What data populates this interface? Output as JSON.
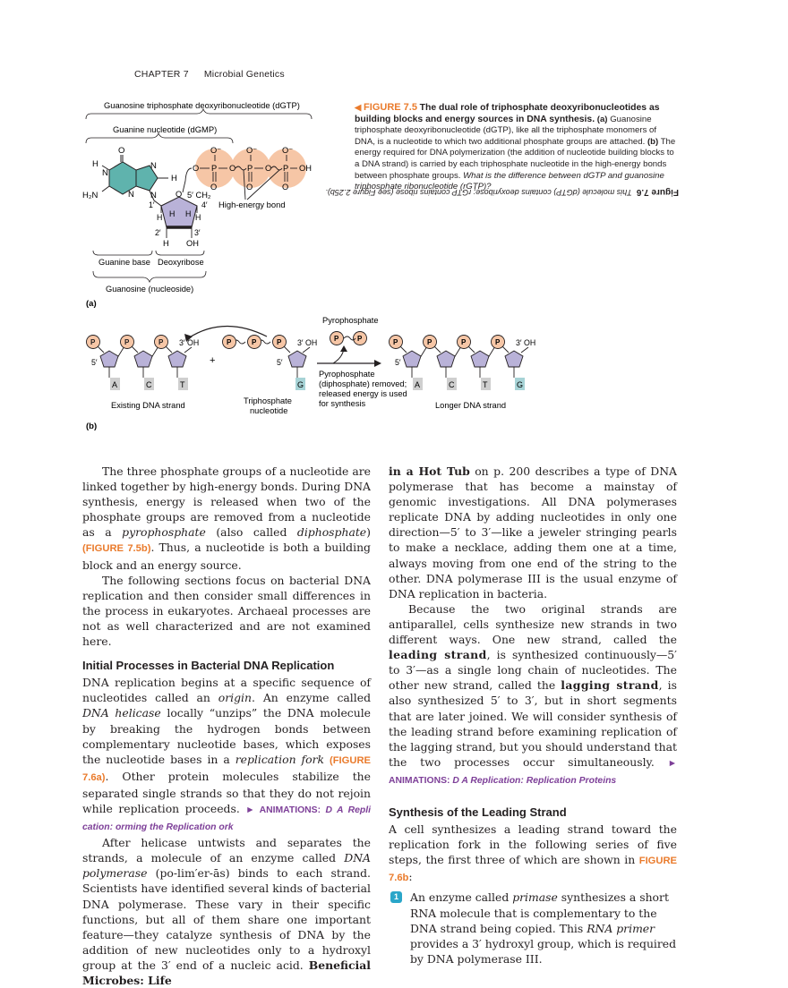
{
  "header": {
    "chapter": "CHAPTER 7",
    "title": "Microbial Genetics"
  },
  "figure_a": {
    "label_dgtp": "Guanosine triphosphate deoxyribonucleotide (dGTP)",
    "label_dgmp": "Guanine nucleotide (dGMP)",
    "label_base": "Guanine base",
    "label_sugar": "Deoxyribose",
    "label_nucleoside": "Guanosine (nucleoside)",
    "label_high_energy": "High-energy bond",
    "panel": "(a)",
    "atoms": {
      "O": "O",
      "H": "H",
      "N": "N",
      "H2N": "H₂N",
      "Ominus": "O⁻",
      "P": "P",
      "OH": "OH",
      "five_ch2": "5′ CH₂",
      "c1": "1′",
      "c2": "2′",
      "c3": "3′",
      "c4": "4′"
    }
  },
  "figure_b": {
    "panel": "(b)",
    "pyrophosphate_top": "Pyrophosphate",
    "label_existing": "Existing DNA strand",
    "label_triphosphate": "Triphosphate\nnucleotide",
    "label_removed": "Pyrophosphate\n(diphosphate) removed;\nreleased energy is used\nfor synthesis",
    "label_longer": "Longer DNA strand",
    "p": "P",
    "oh": "3′ OH",
    "five": "5′",
    "plus": "+",
    "bases_existing": [
      "A",
      "C",
      "T"
    ],
    "base_new": "G",
    "bases_longer": [
      "A",
      "C",
      "T",
      "G"
    ]
  },
  "caption": {
    "fig_num": "FIGURE 7.5",
    "title": "The dual role of triphosphate deoxyribonucleotides as building blocks and energy sources in DNA synthesis.",
    "a_tag": "(a)",
    "a_text": "Guanosine triphosphate deoxyribonucleotide (dGTP), like all the triphosphate monomers of DNA, is a nucleotide to which two additional phosphate groups are attached.",
    "b_tag": "(b)",
    "b_text": "The energy required for DNA polymerization (the addition of nucleotide building blocks to a DNA strand) is carried by each triphosphate nucleotide in the high-energy bonds between phosphate groups.",
    "question": "What is the difference between dGTP and guanosine triphosphate ribonucleotide (rGTP)?",
    "answer_label": "Figure 7.6",
    "answer_text": "This molecule (dGTP) contains deoxyribose; rGTP contains ribose (see Figure 2.25b)."
  },
  "left_column": {
    "p1_a": "The three phosphate groups of a nucleotide are linked together by high-energy bonds. During DNA synthesis, energy is released when two of the phosphate groups are removed from a nucleotide as a ",
    "p1_pyro": "pyrophosphate",
    "p1_b": " (also called ",
    "p1_di": "diphosphate",
    "p1_c": ") ",
    "p1_fig": "(FIGURE 7.5b)",
    "p1_d": ". Thus, a nucleotide is both a building block and an energy source.",
    "p2": "The following sections focus on bacterial DNA replication and then consider small differences in the process in eukaryotes. Archaeal processes are not as well characterized and are not examined here.",
    "h1": "Initial Processes in Bacterial DNA Replication",
    "p3_a": "DNA replication begins at a specific sequence of nucleotides called an ",
    "p3_origin": "origin",
    "p3_b": ". An enzyme called ",
    "p3_helicase": "DNA helicase",
    "p3_c": " locally “unzips” the DNA molecule by breaking the hydrogen bonds between complementary nucleotide bases, which exposes the nucleotide bases in a ",
    "p3_fork": "replication fork",
    "p3_d": " ",
    "p3_fig": "(FIGURE 7.6a)",
    "p3_e": ". Other protein molecules stabilize the separated single strands so that they do not rejoin while replication proceeds. ",
    "p3_anim": "► ANIMATIONS:",
    "p3_anim_i": " D A Repli cation: orming the Replication ork",
    "p4_a": "After helicase untwists and separates the strands, a molecule of an enzyme called ",
    "p4_pol": "DNA polymerase",
    "p4_b": " (po-lim′er-ās) binds to each strand. Scientists have identified several kinds of bacterial DNA polymerase. These vary in their specific functions, but all of them share one important feature—they catalyze synthesis of DNA by the addition of new nucleotides only to a hydroxyl group at the 3′ end of a nucleic acid. ",
    "p4_bold": "Beneficial Microbes: Life"
  },
  "right_column": {
    "p5_bold": "in a Hot Tub",
    "p5": " on p. 200 describes a type of DNA polymerase that has become a mainstay of genomic investigations. All DNA polymerases replicate DNA by adding nucleotides in only one direction—5′ to 3′—like a jeweler stringing pearls to make a necklace, adding them one at a time, always moving from one end of the string to the other. DNA polymerase III is the usual enzyme of DNA replication in bacteria.",
    "p6_a": "Because the two original strands are antiparallel, cells synthesize new strands in two different ways. One new strand, called the ",
    "p6_leading": "leading strand",
    "p6_b": ", is synthesized continuously—5′ to 3′—as a single long chain of nucleotides. The other new strand, called the ",
    "p6_lagging": "lagging strand",
    "p6_c": ", is also synthesized 5′ to 3′, but in short segments that are later joined. We will consider synthesis of the leading strand before examining replication of the lagging strand, but you should understand that the two processes occur simultaneously. ",
    "p6_anim": "► ANIMATIONS:",
    "p6_anim_i": " D A Replication: Replication Proteins",
    "h2": "Synthesis of the Leading Strand",
    "p7_a": "A cell synthesizes a leading strand toward the replication fork in the following series of five steps, the first three of which are shown in ",
    "p7_fig": "FIGURE 7.6b",
    "p7_b": ":",
    "step_num": "1",
    "step_a": "An enzyme called ",
    "step_primase": "primase",
    "step_b": " synthesizes a short RNA molecule that is complementary to the DNA strand being copied. This ",
    "step_rna": "RNA primer",
    "step_c": " provides a 3′ hydroxyl group, which is required by DNA polymerase III."
  },
  "colors": {
    "accent_orange": "#ea7b2c",
    "phosphate": "#f6c6a6",
    "guanine": "#5fb3ad",
    "sugar": "#b9b2d8",
    "animation_purple": "#7d3f98",
    "step_blue": "#2aa6c9"
  }
}
